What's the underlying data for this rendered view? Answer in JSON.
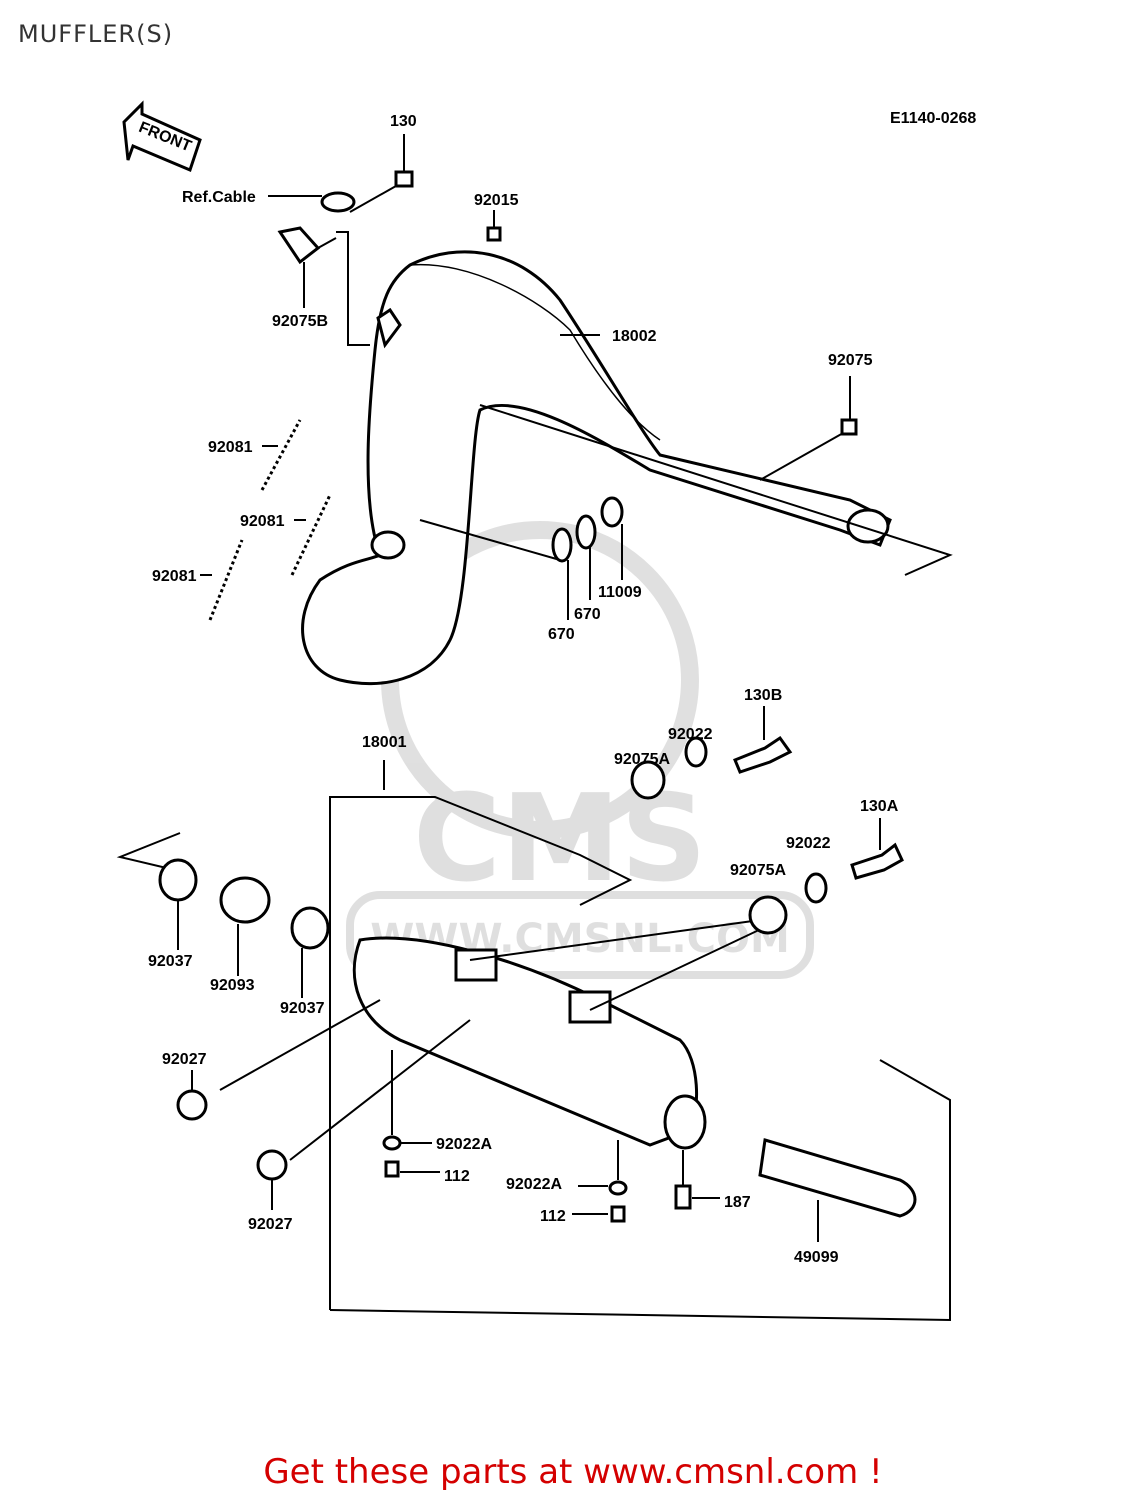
{
  "page": {
    "title": "MUFFLER(S)"
  },
  "diagram": {
    "code": "E1140-0268",
    "front_label": "FRONT",
    "ref_cable": "Ref.Cable",
    "watermark": "WWW.CMSNL.COM",
    "watermark_logo": "CMS",
    "labels": {
      "p130": "130",
      "p92015": "92015",
      "p92075B": "92075B",
      "p18002": "18002",
      "p92075": "92075",
      "p92081_a": "92081",
      "p92081_b": "92081",
      "p92081_c": "92081",
      "p670_a": "670",
      "p670_b": "670",
      "p11009": "11009",
      "p130B": "130B",
      "p92022_a": "92022",
      "p92075A_a": "92075A",
      "p18001": "18001",
      "p130A": "130A",
      "p92022_b": "92022",
      "p92075A_b": "92075A",
      "p92037_a": "92037",
      "p92093": "92093",
      "p92037_b": "92037",
      "p92027_a": "92027",
      "p92027_b": "92027",
      "p92022A_a": "92022A",
      "p112_a": "112",
      "p92022A_b": "92022A",
      "p112_b": "112",
      "p187": "187",
      "p49099": "49099"
    }
  },
  "footer": {
    "cta": "Get these parts at www.cmsnl.com !"
  }
}
